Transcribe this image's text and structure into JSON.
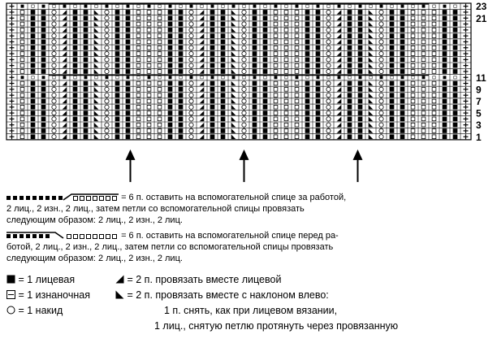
{
  "chart_grid": {
    "rows": 23,
    "stitches": 44,
    "row_numbers_right": [
      "23",
      "21",
      "11",
      "9",
      "7",
      "5",
      "3",
      "1"
    ],
    "edge_symbol": "+",
    "arrows_count": 3
  },
  "cable_legend": [
    {
      "lines": [
        "= 6 п. оставить на вспомогательной спице за работой,",
        "2 лиц., 2 изн., 2 лиц., затем петли со вспомогательной спицы провязать",
        "следующим образом: 2 лиц., 2 изн., 2 лиц."
      ]
    },
    {
      "lines": [
        "= 6 п. оставить на вспомогательной спице перед ра-",
        "ботой, 2 лиц., 2 изн., 2 лиц., затем петли со вспомогательной спицы провязать",
        "следующим образом: 2 лиц., 2 изн., 2 лиц."
      ]
    }
  ],
  "key": {
    "knit": "= 1 лицевая",
    "purl": "= 1 изнаночная",
    "yo": "= 1 накид",
    "k2tog": "= 2 п. провязать вместе лицевой",
    "ssk_line1": "= 2 п. провязать вместе с наклоном влево:",
    "ssk_line2": "1 п. снять, как при лицевом вязании,",
    "ssk_line3": "1 лиц., снятую петлю протянуть через провязанную"
  },
  "colors": {
    "ink": "#000000",
    "paper": "#ffffff"
  }
}
